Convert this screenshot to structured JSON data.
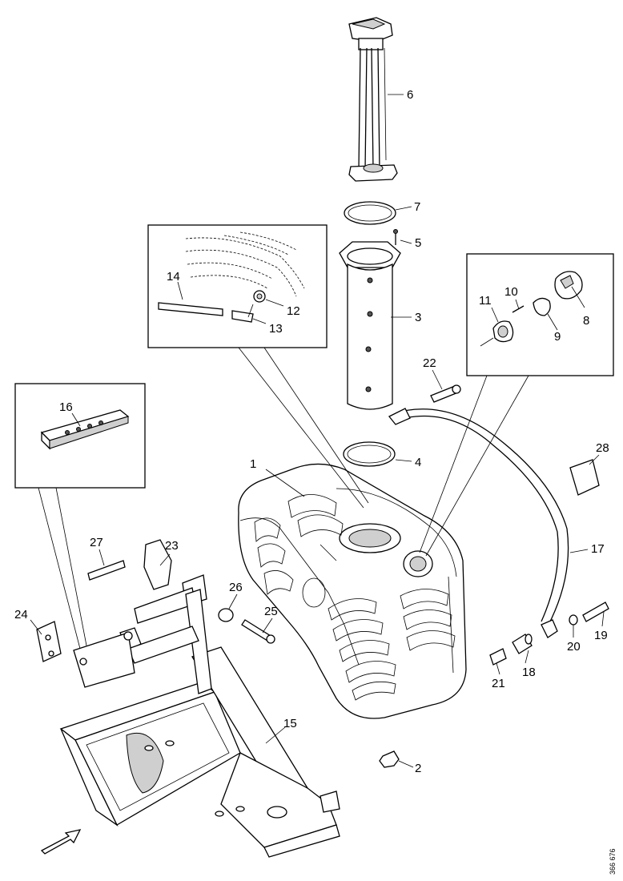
{
  "callouts": [
    {
      "id": "c1",
      "label": "1"
    },
    {
      "id": "c2",
      "label": "2"
    },
    {
      "id": "c3",
      "label": "3"
    },
    {
      "id": "c4",
      "label": "4"
    },
    {
      "id": "c5",
      "label": "5"
    },
    {
      "id": "c6",
      "label": "6"
    },
    {
      "id": "c7",
      "label": "7"
    },
    {
      "id": "c8",
      "label": "8"
    },
    {
      "id": "c9",
      "label": "9"
    },
    {
      "id": "c10",
      "label": "10"
    },
    {
      "id": "c11",
      "label": "11"
    },
    {
      "id": "c12",
      "label": "12"
    },
    {
      "id": "c13",
      "label": "13"
    },
    {
      "id": "c14",
      "label": "14"
    },
    {
      "id": "c15",
      "label": "15"
    },
    {
      "id": "c16",
      "label": "16"
    },
    {
      "id": "c17",
      "label": "17"
    },
    {
      "id": "c18",
      "label": "18"
    },
    {
      "id": "c19",
      "label": "19"
    },
    {
      "id": "c20",
      "label": "20"
    },
    {
      "id": "c21",
      "label": "21"
    },
    {
      "id": "c22",
      "label": "22"
    },
    {
      "id": "c23",
      "label": "23"
    },
    {
      "id": "c24",
      "label": "24"
    },
    {
      "id": "c25",
      "label": "25"
    },
    {
      "id": "c26",
      "label": "26"
    },
    {
      "id": "c27",
      "label": "27"
    },
    {
      "id": "c28",
      "label": "28"
    }
  ],
  "drawing_code": "366 676"
}
